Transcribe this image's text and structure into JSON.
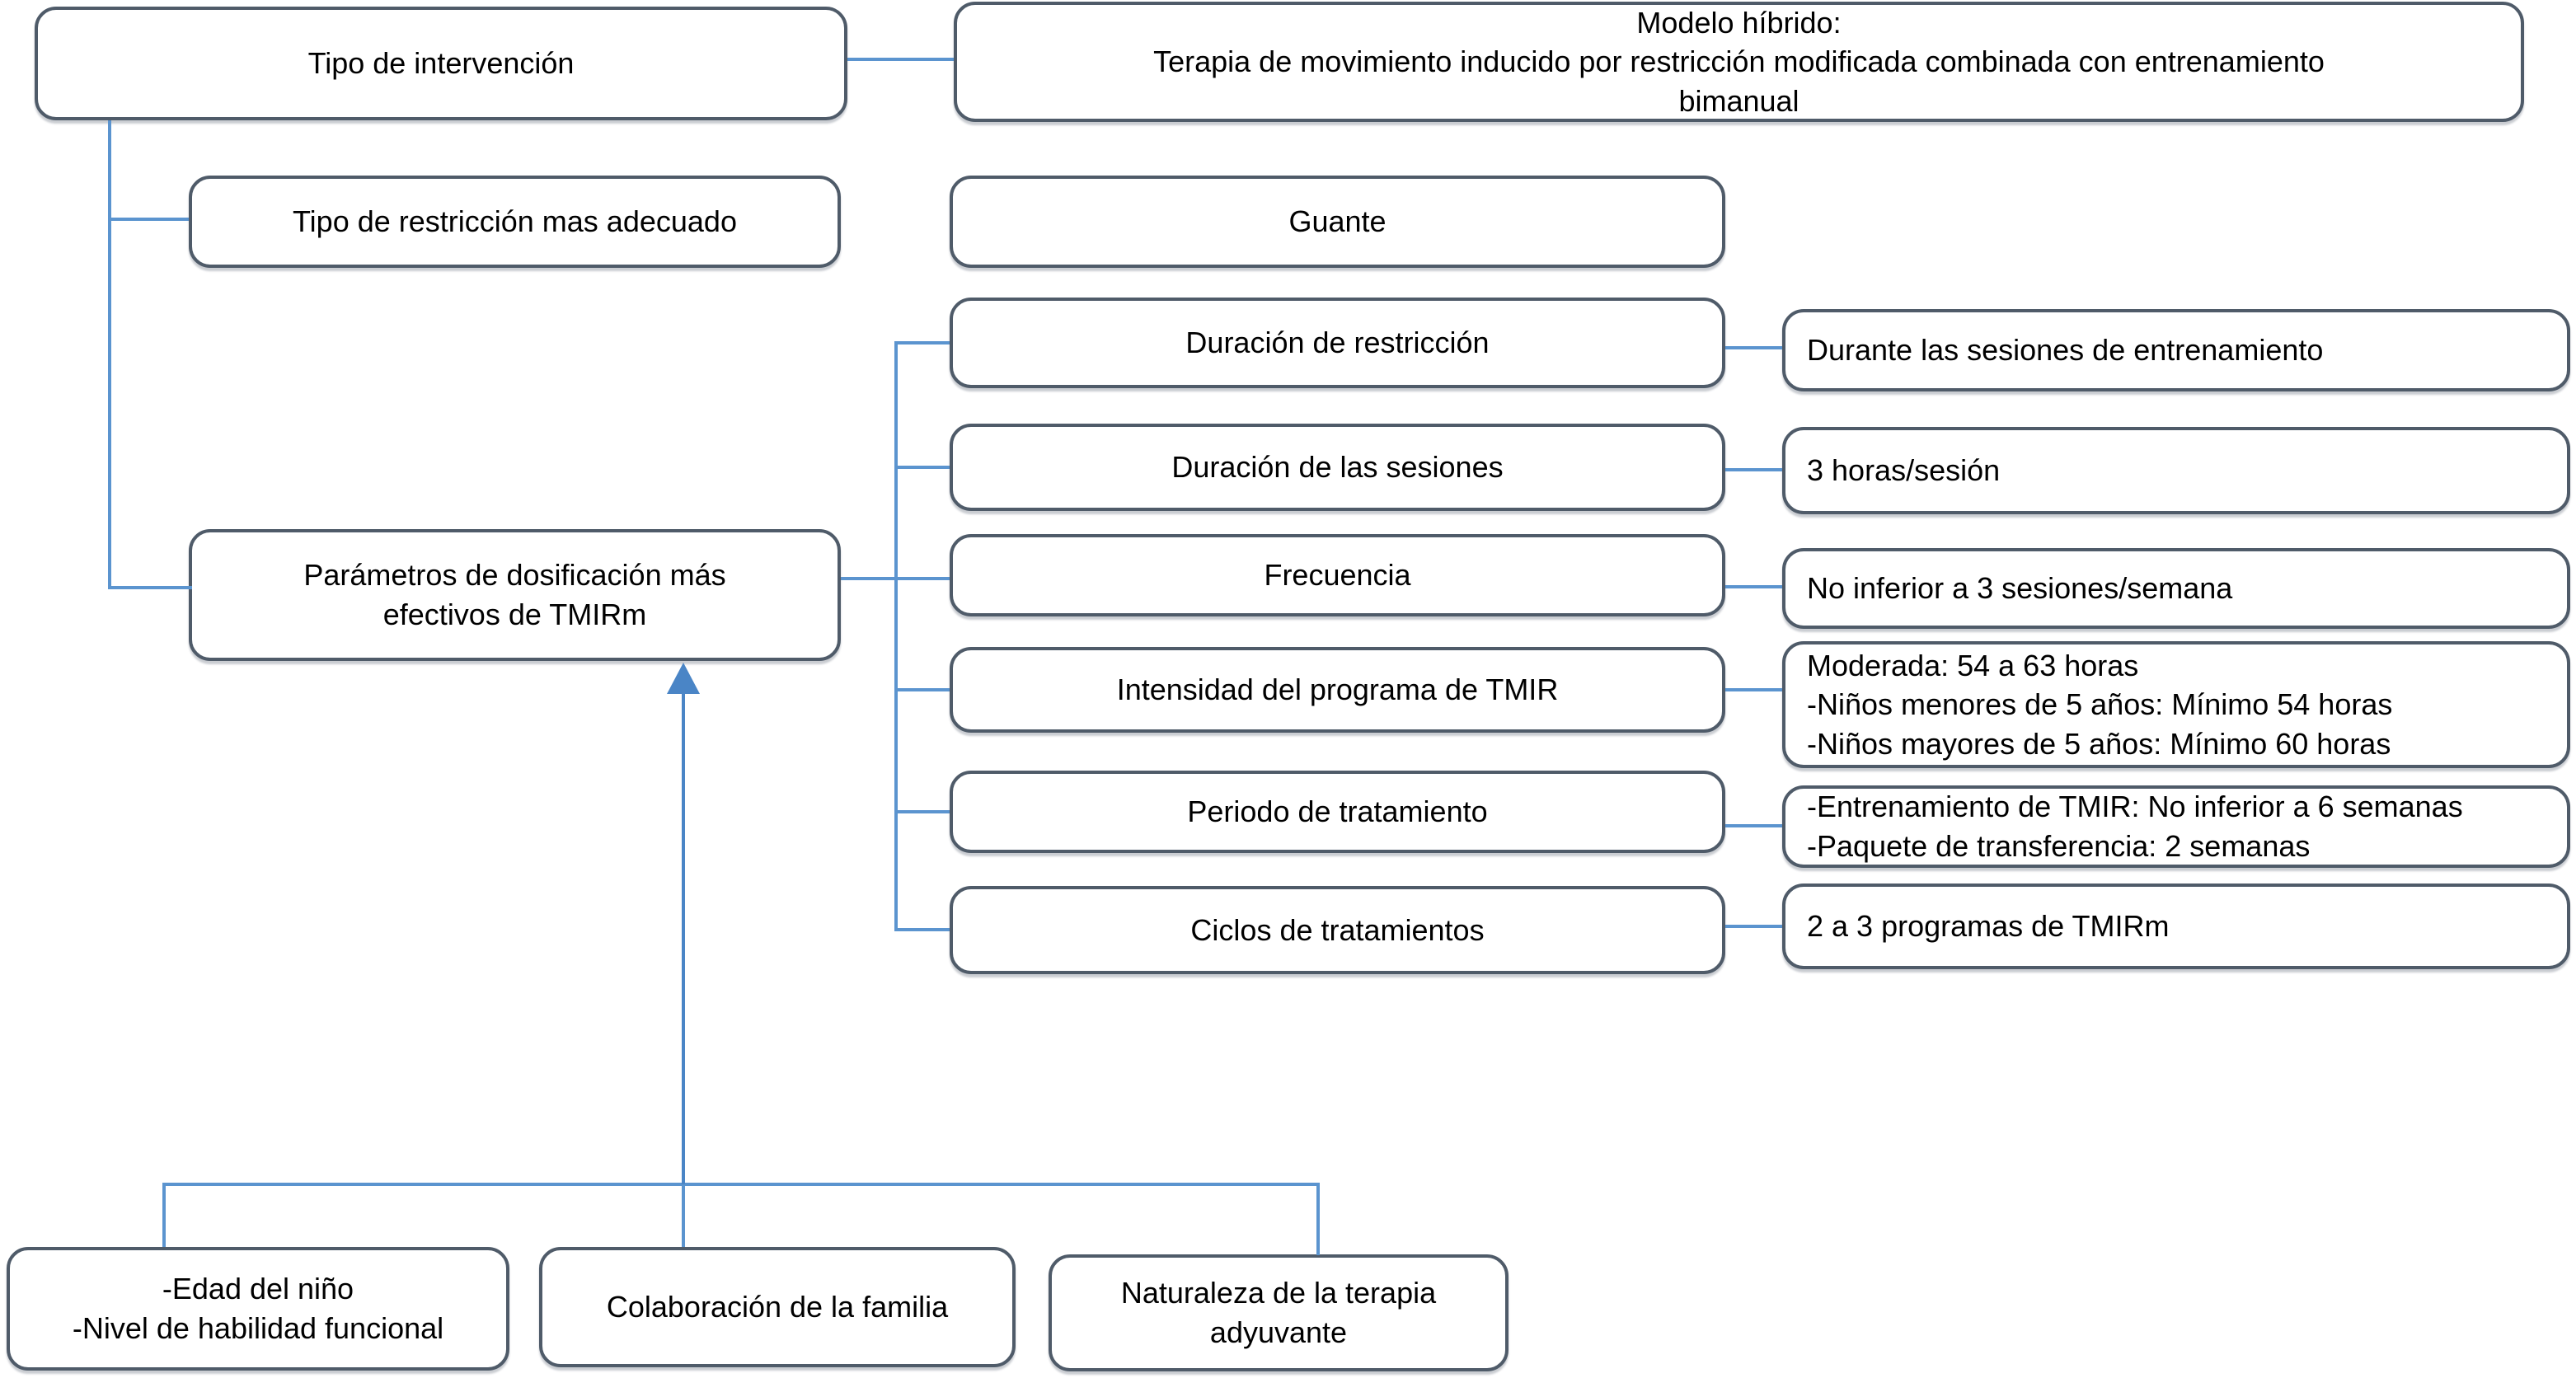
{
  "colors": {
    "box_border": "#4f5b69",
    "box_fill": "#ffffff",
    "connector_blue": "#5b94cf",
    "arrow_blue": "#4a85c6",
    "text": "#000000"
  },
  "nodes": {
    "intervention": {
      "label": "Tipo de intervención"
    },
    "hybrid_model": {
      "label": "Modelo híbrido:\nTerapia de movimiento inducido por restricción modificada combinada con entrenamiento\nbimanual"
    },
    "restriction": {
      "label": "Tipo de restricción mas adecuado",
      "value": "Guante"
    },
    "dosing_params": {
      "label": "Parámetros de dosificación más\nefectivos de TMIRm"
    },
    "dosing_rows": [
      {
        "label": "Duración de restricción",
        "value": "Durante las sesiones de entrenamiento"
      },
      {
        "label": "Duración de las sesiones",
        "value": "3 horas/sesión"
      },
      {
        "label": "Frecuencia",
        "value": "No inferior a 3 sesiones/semana"
      },
      {
        "label": "Intensidad del programa de TMIR",
        "value": "Moderada: 54 a 63 horas\n-Niños menores de 5 años: Mínimo 54 horas\n-Niños mayores de 5 años: Mínimo 60 horas"
      },
      {
        "label": "Periodo de tratamiento",
        "value": "-Entrenamiento de TMIR: No inferior a 6 semanas\n-Paquete de transferencia: 2 semanas"
      },
      {
        "label": "Ciclos de tratamientos",
        "value": "2 a 3 programas de TMIRm"
      }
    ],
    "moderating_factors": [
      {
        "label": "-Edad del niño\n-Nivel de habilidad funcional"
      },
      {
        "label": "Colaboración de la familia"
      },
      {
        "label": "Naturaleza de la terapia adyuvante"
      }
    ]
  }
}
